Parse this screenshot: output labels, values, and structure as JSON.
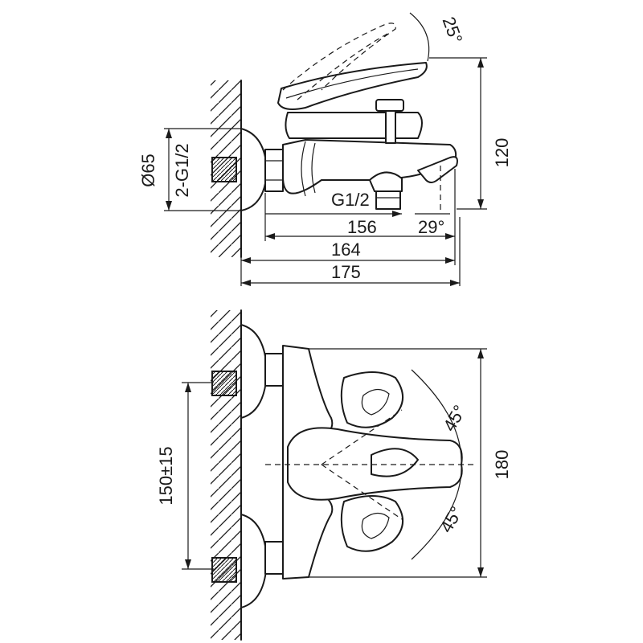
{
  "side_view": {
    "angle_top": "25°",
    "height": "120",
    "diameter": "Ø65",
    "inlet_thread": "2-G1/2",
    "outlet_thread": "G1/2",
    "dim_156": "156",
    "angle_spout": "29°",
    "dim_164": "164",
    "dim_175": "175"
  },
  "top_view": {
    "centers": "150±15",
    "width": "180",
    "angle_upper": "45°",
    "angle_lower": "45°"
  }
}
